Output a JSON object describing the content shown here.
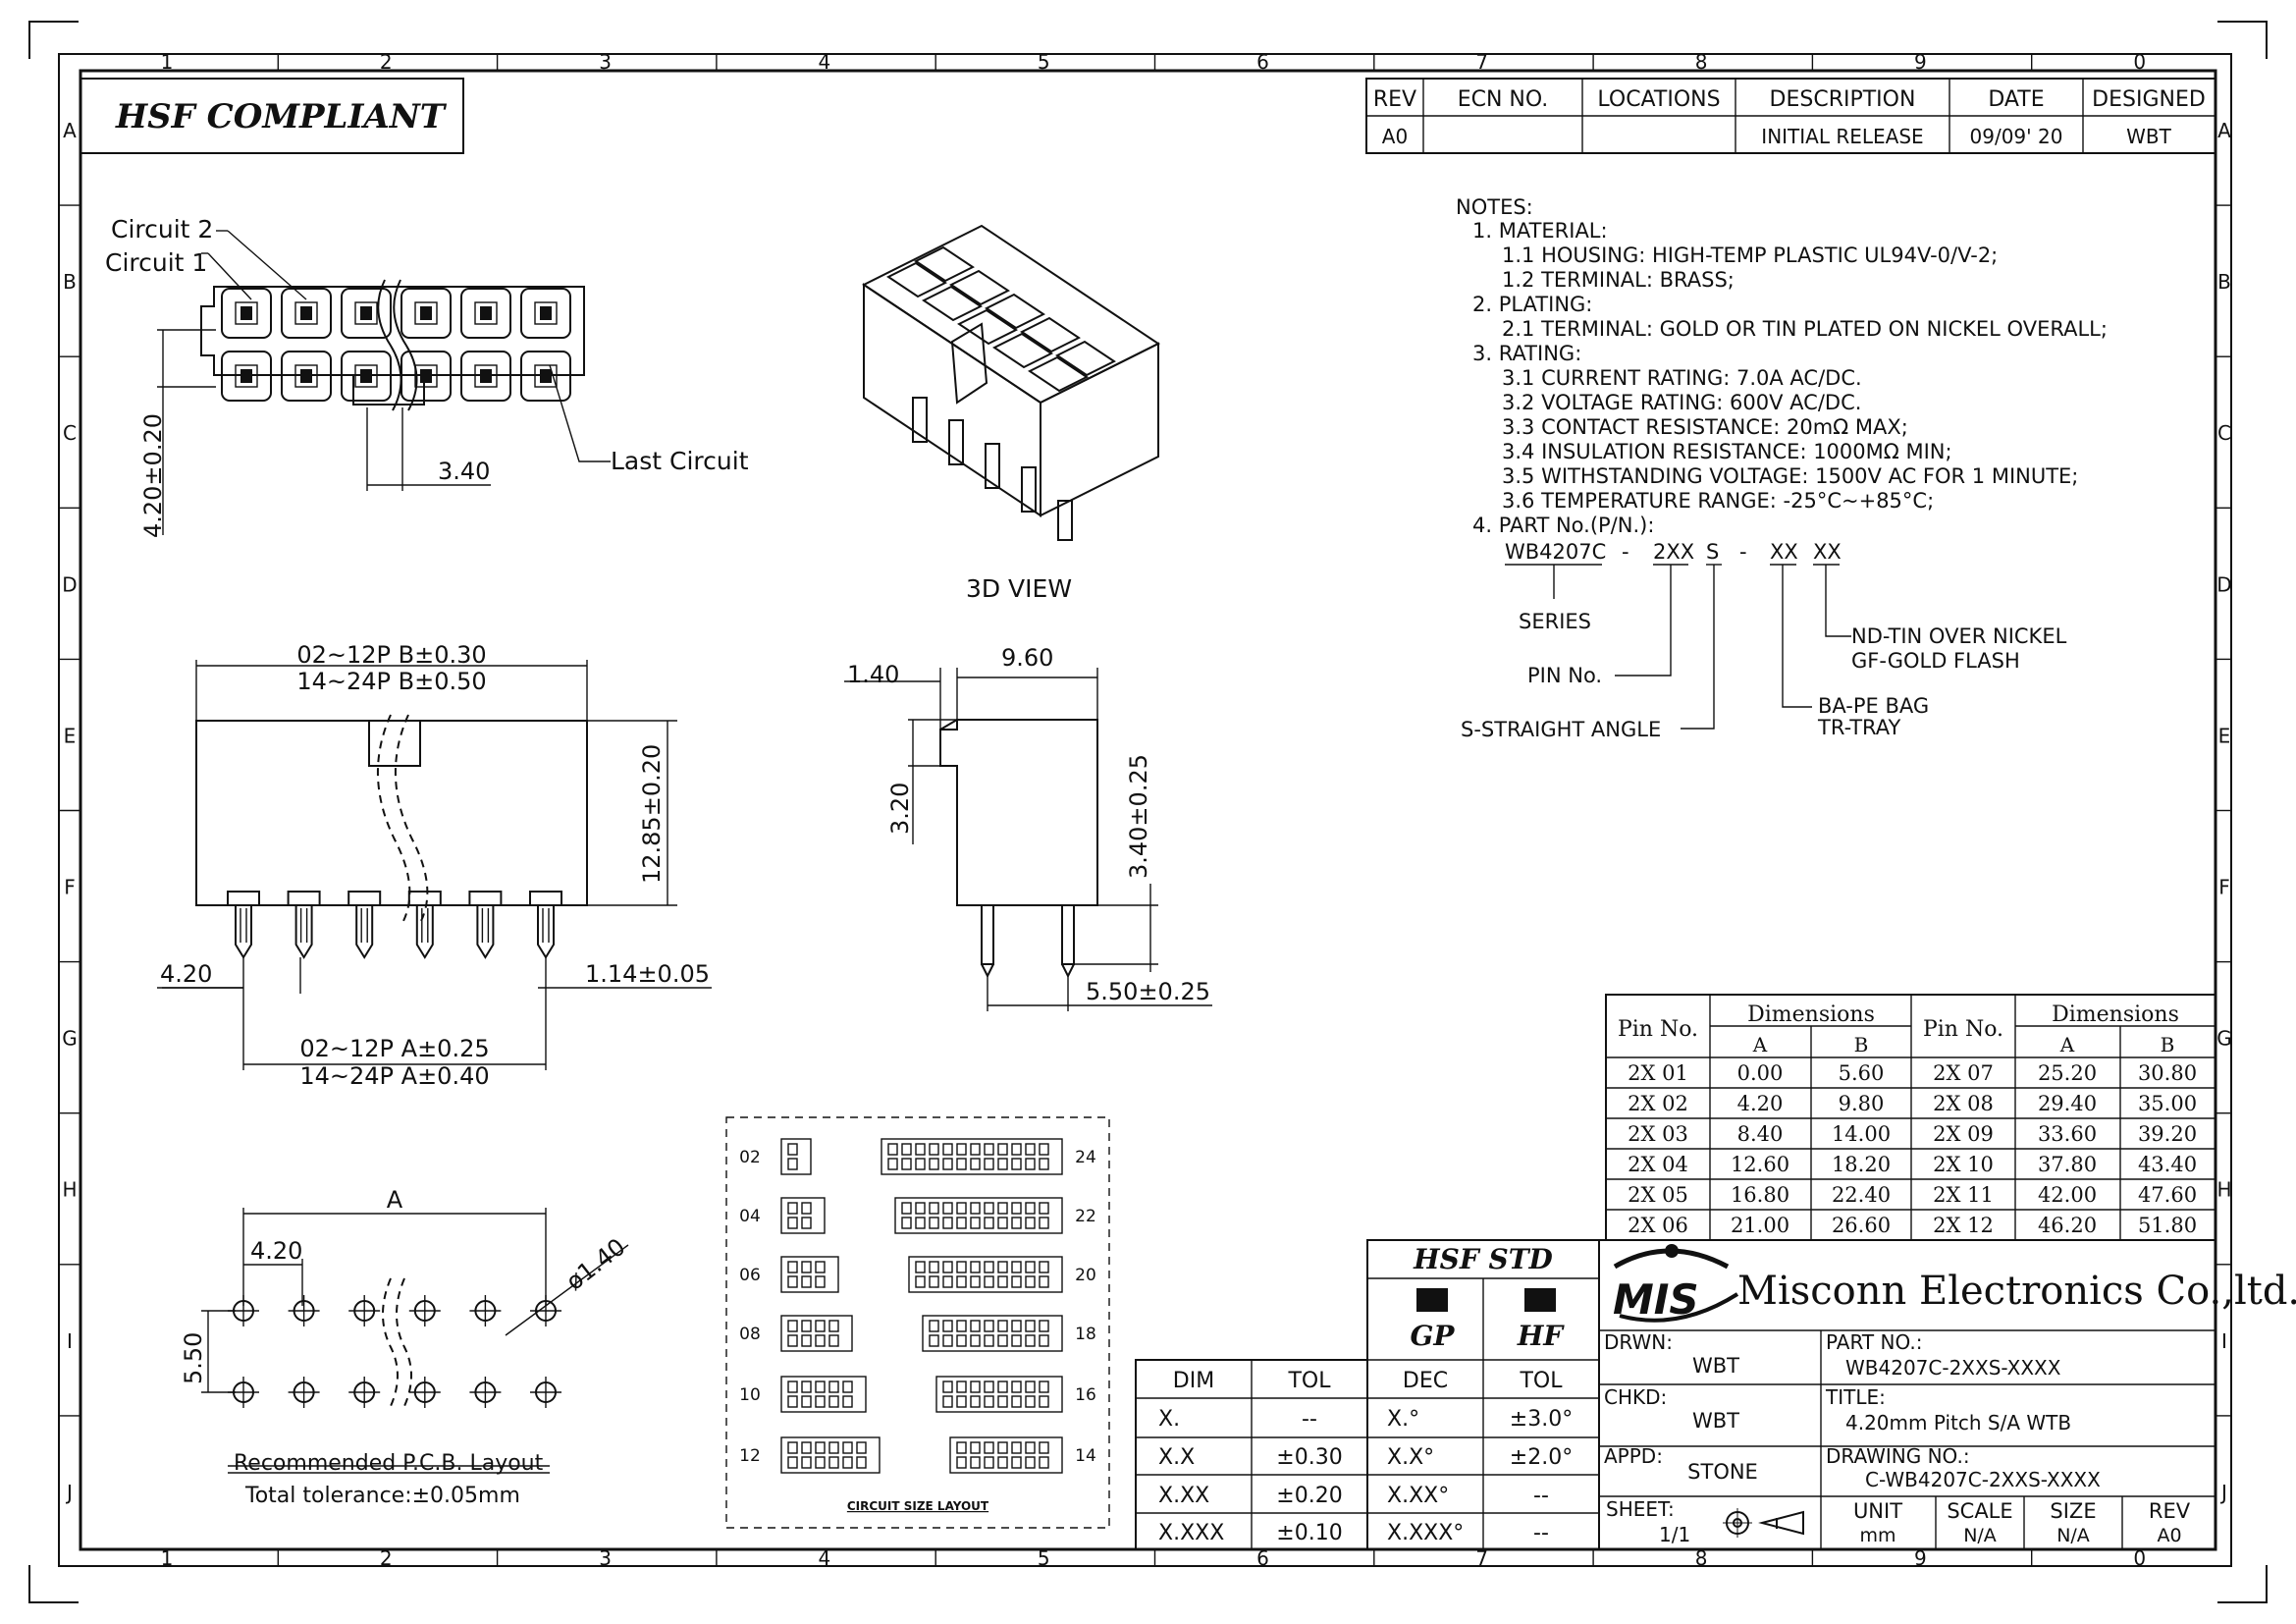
{
  "frame": {
    "columns": [
      "1",
      "2",
      "3",
      "4",
      "5",
      "6",
      "7",
      "8",
      "9",
      "0"
    ],
    "rows": [
      "A",
      "B",
      "C",
      "D",
      "E",
      "F",
      "G",
      "H",
      "I",
      "J"
    ]
  },
  "compliance_label": "HSF COMPLIANT",
  "revision": {
    "headers": [
      "REV",
      "ECN NO.",
      "LOCATIONS",
      "DESCRIPTION",
      "DATE",
      "DESIGNED"
    ],
    "row": [
      "A0",
      "",
      "",
      "INITIAL RELEASE",
      "09/09' 20",
      "WBT"
    ]
  },
  "notes": {
    "heading": "NOTES:",
    "lines": [
      "1.  MATERIAL:",
      "1.1  HOUSING:  HIGH-TEMP  PLASTIC  UL94V-0/V-2;",
      "1.2  TERMINAL:  BRASS;",
      "2.  PLATING:",
      "2.1  TERMINAL:  GOLD  OR  TIN  PLATED  ON  NICKEL  OVERALL;",
      "3.  RATING:",
      "3.1  CURRENT  RATING:  7.0A  AC/DC.",
      "3.2  VOLTAGE  RATING:  600V  AC/DC.",
      "3.3  CONTACT  RESISTANCE:  20mΩ  MAX;",
      "3.4  INSULATION  RESISTANCE:  1000MΩ  MIN;",
      "3.5  WITHSTANDING  VOLTAGE:  1500V  AC  FOR  1  MINUTE;",
      "3.6  TEMPERATURE  RANGE:  -25°C~+85°C;",
      "4.  PART  No.(P/N.):"
    ],
    "part_number": {
      "series_code": "WB4207C",
      "sep1": "-",
      "pin_code": "2XX",
      "angle_code": "S",
      "sep2": "-",
      "pack_code": "XX",
      "plating_code": "XX",
      "series_label": "SERIES",
      "pin_label": "PIN  No.",
      "angle_label": "S-STRAIGHT  ANGLE",
      "pack_line1": "BA-PE  BAG",
      "pack_line2": "TR-TRAY",
      "plating_line1": "ND-TIN  OVER  NICKEL",
      "plating_line2": "GF-GOLD  FLASH"
    }
  },
  "top_view": {
    "circuit2": "Circuit  2",
    "circuit1": "Circuit  1",
    "last_circuit": "Last  Circuit",
    "pitch": "3.40",
    "height": "4.20±0.20"
  },
  "view_3d_label": "3D  VIEW",
  "front_view": {
    "b_dim_1": "02~12P  B±0.30",
    "b_dim_2": "14~24P  B±0.50",
    "height": "12.85±0.20",
    "pitch": "4.20",
    "pin_width": "1.14±0.05",
    "a_dim_1": "02~12P  A±0.25",
    "a_dim_2": "14~24P  A±0.40"
  },
  "side_view": {
    "d1": "1.40",
    "d2": "9.60",
    "d3": "3.20",
    "d4": "3.40±0.25",
    "d5": "5.50±0.25"
  },
  "pcb_layout": {
    "a_label": "A",
    "pitch": "4.20",
    "row_spacing": "5.50",
    "hole": "ø1.40",
    "title": "Recommended  P.C.B.  Layout",
    "tolerance": "Total  tolerance:±0.05mm"
  },
  "circuit_size_layout": {
    "title": "CIRCUIT  SIZE  LAYOUT",
    "left": [
      "02",
      "04",
      "06",
      "08",
      "10",
      "12"
    ],
    "right": [
      "24",
      "22",
      "20",
      "18",
      "16",
      "14"
    ]
  },
  "dimension_table": {
    "pin_header": "Pin No.",
    "dims_header": "Dimensions",
    "a": "A",
    "b": "B",
    "rows": [
      [
        "2X 01",
        "0.00",
        "5.60",
        "2X 07",
        "25.20",
        "30.80"
      ],
      [
        "2X 02",
        "4.20",
        "9.80",
        "2X 08",
        "29.40",
        "35.00"
      ],
      [
        "2X 03",
        "8.40",
        "14.00",
        "2X 09",
        "33.60",
        "39.20"
      ],
      [
        "2X 04",
        "12.60",
        "18.20",
        "2X 10",
        "37.80",
        "43.40"
      ],
      [
        "2X 05",
        "16.80",
        "22.40",
        "2X 11",
        "42.00",
        "47.60"
      ],
      [
        "2X 06",
        "21.00",
        "26.60",
        "2X 12",
        "46.20",
        "51.80"
      ]
    ]
  },
  "tolerance_table": {
    "headers": [
      "DIM",
      "TOL"
    ],
    "rows": [
      [
        "X.",
        "--"
      ],
      [
        "X.X",
        "±0.30"
      ],
      [
        "X.XX",
        "±0.20"
      ],
      [
        "X.XXX",
        "±0.10"
      ]
    ]
  },
  "hsf_std": {
    "title": "HSF  STD",
    "gp": "GP",
    "hf": "HF",
    "headers": [
      "DEC",
      "TOL"
    ],
    "rows": [
      [
        "X.°",
        "±3.0°"
      ],
      [
        "X.X°",
        "±2.0°"
      ],
      [
        "X.XX°",
        "--"
      ],
      [
        "X.XXX°",
        "--"
      ]
    ]
  },
  "title_block": {
    "logo": "MIS",
    "company": "Misconn Electronics Co.,ltd.",
    "drwn_label": "DRWN:",
    "drwn": "WBT",
    "chkd_label": "CHKD:",
    "chkd": "WBT",
    "appd_label": "APPD:",
    "appd": "STONE",
    "part_no_label": "PART  NO.:",
    "part_no": "WB4207C-2XXS-XXXX",
    "title_label": "TITLE:",
    "title": "4.20mm  Pitch  S/A  WTB",
    "drawing_no_label": "DRAWING  NO.:",
    "drawing_no": "C-WB4207C-2XXS-XXXX",
    "sheet_label": "SHEET:",
    "sheet": "1/1",
    "unit_label": "UNIT",
    "unit": "mm",
    "scale_label": "SCALE",
    "scale": "N/A",
    "size_label": "SIZE",
    "size": "N/A",
    "rev_label": "REV",
    "rev": "A0"
  }
}
